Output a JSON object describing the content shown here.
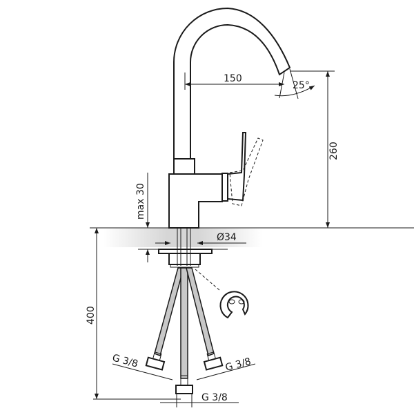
{
  "title": "Faucet technical drawing",
  "dimensions": {
    "spout_reach": "150",
    "spout_angle": "25°",
    "height": "260",
    "max_counter_thickness": "max 30",
    "hole_diameter": "Ø34",
    "hose_length": "400",
    "thread_left": "G 3/8",
    "thread_right": "G 3/8",
    "thread_center": "G 3/8"
  }
}
